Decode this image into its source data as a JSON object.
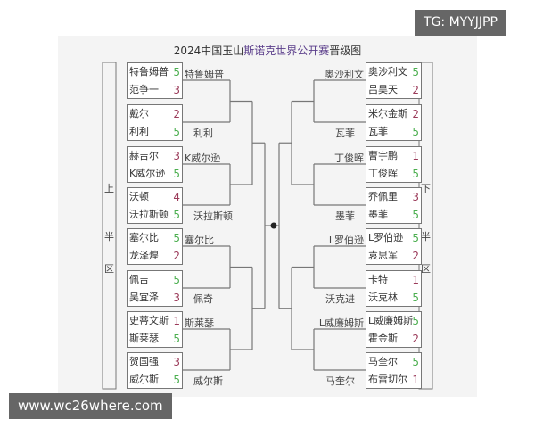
{
  "title": {
    "prefix": "2024中国玉山",
    "highlight": "斯诺克世界公开赛",
    "suffix": "晋级图"
  },
  "colors": {
    "win": "#4caf50",
    "lose": "#9b3b5a",
    "line": "#777777"
  },
  "left": {
    "half_label": [
      "上",
      "半",
      "区"
    ],
    "matches": [
      [
        {
          "name": "特鲁姆普",
          "score": "5"
        },
        {
          "name": "范争一",
          "score": "3"
        }
      ],
      [
        {
          "name": "戴尔",
          "score": "2"
        },
        {
          "name": "利利",
          "score": "5"
        }
      ],
      [
        {
          "name": "赫吉尔",
          "score": "3"
        },
        {
          "name": "K威尔逊",
          "score": "5"
        }
      ],
      [
        {
          "name": "沃顿",
          "score": "4"
        },
        {
          "name": "沃拉斯顿",
          "score": "5"
        }
      ],
      [
        {
          "name": "塞尔比",
          "score": "5"
        },
        {
          "name": "龙泽煌",
          "score": "2"
        }
      ],
      [
        {
          "name": "佩吉",
          "score": "5"
        },
        {
          "name": "吴宜泽",
          "score": "3"
        }
      ],
      [
        {
          "name": "史蒂文斯",
          "score": "1"
        },
        {
          "name": "斯莱瑟",
          "score": "5"
        }
      ],
      [
        {
          "name": "贺国强",
          "score": "3"
        },
        {
          "name": "威尔斯",
          "score": "5"
        }
      ]
    ],
    "winners": [
      "特鲁姆普",
      "利利",
      "K威尔逊",
      "沃拉斯顿",
      "塞尔比",
      "佩奇",
      "斯莱瑟",
      "威尔斯"
    ]
  },
  "right": {
    "half_label": [
      "下",
      "半",
      "区"
    ],
    "matches": [
      [
        {
          "name": "奥沙利文",
          "score": "5"
        },
        {
          "name": "吕昊天",
          "score": "2"
        }
      ],
      [
        {
          "name": "米尔金斯",
          "score": "2"
        },
        {
          "name": "瓦菲",
          "score": "5"
        }
      ],
      [
        {
          "name": "曹宇鹏",
          "score": "1"
        },
        {
          "name": "丁俊晖",
          "score": "5"
        }
      ],
      [
        {
          "name": "乔佩里",
          "score": "3"
        },
        {
          "name": "墨菲",
          "score": "5"
        }
      ],
      [
        {
          "name": "L罗伯逊",
          "score": "5"
        },
        {
          "name": "袁思军",
          "score": "2"
        }
      ],
      [
        {
          "name": "卡特",
          "score": "1"
        },
        {
          "name": "沃克林",
          "score": "5"
        }
      ],
      [
        {
          "name": "L威廉姆斯",
          "score": "5"
        },
        {
          "name": "霍金斯",
          "score": "2"
        }
      ],
      [
        {
          "name": "马奎尔",
          "score": "5"
        },
        {
          "name": "布雷切尔",
          "score": "1"
        }
      ]
    ],
    "winners": [
      "奥沙利文",
      "瓦菲",
      "丁俊晖",
      "墨菲",
      "L罗伯逊",
      "沃克进",
      "L威廉姆斯",
      "马奎尔"
    ]
  },
  "watermarks": {
    "top_right": "TG: MYYJJPP",
    "bottom_left": "www.wc26where.com"
  }
}
